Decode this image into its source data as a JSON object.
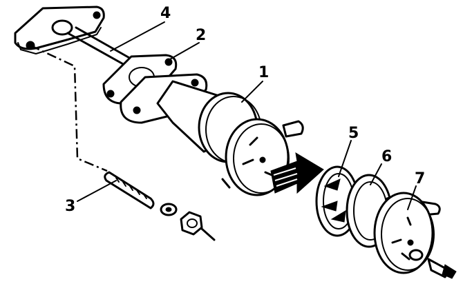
{
  "diagram": {
    "callouts": {
      "pump_body": "1",
      "flange_gasket": "2",
      "stud_bolt": "3",
      "pushrod": "4",
      "diaphragm": "5",
      "cover_gasket": "6",
      "pump_cover": "7"
    }
  }
}
